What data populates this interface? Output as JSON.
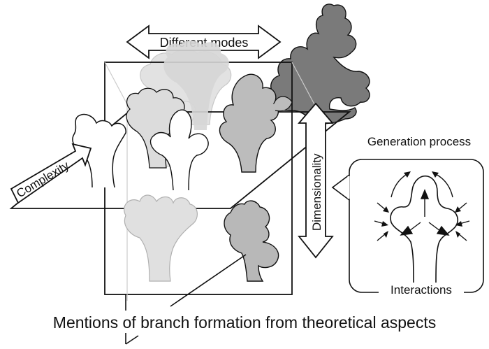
{
  "labels": {
    "different_modes": "Different modes",
    "complexity": "Complexity",
    "dimensionality": "Dimensionality",
    "generation_process": "Generation process",
    "interactions": "Interactions",
    "caption": "Mentions of branch formation from theoretical aspects"
  },
  "colors": {
    "outline": "#111111",
    "light_gray": "#dcdcdc",
    "mid_gray": "#b9b9b9",
    "dark_gray": "#777777",
    "background": "#ffffff"
  }
}
